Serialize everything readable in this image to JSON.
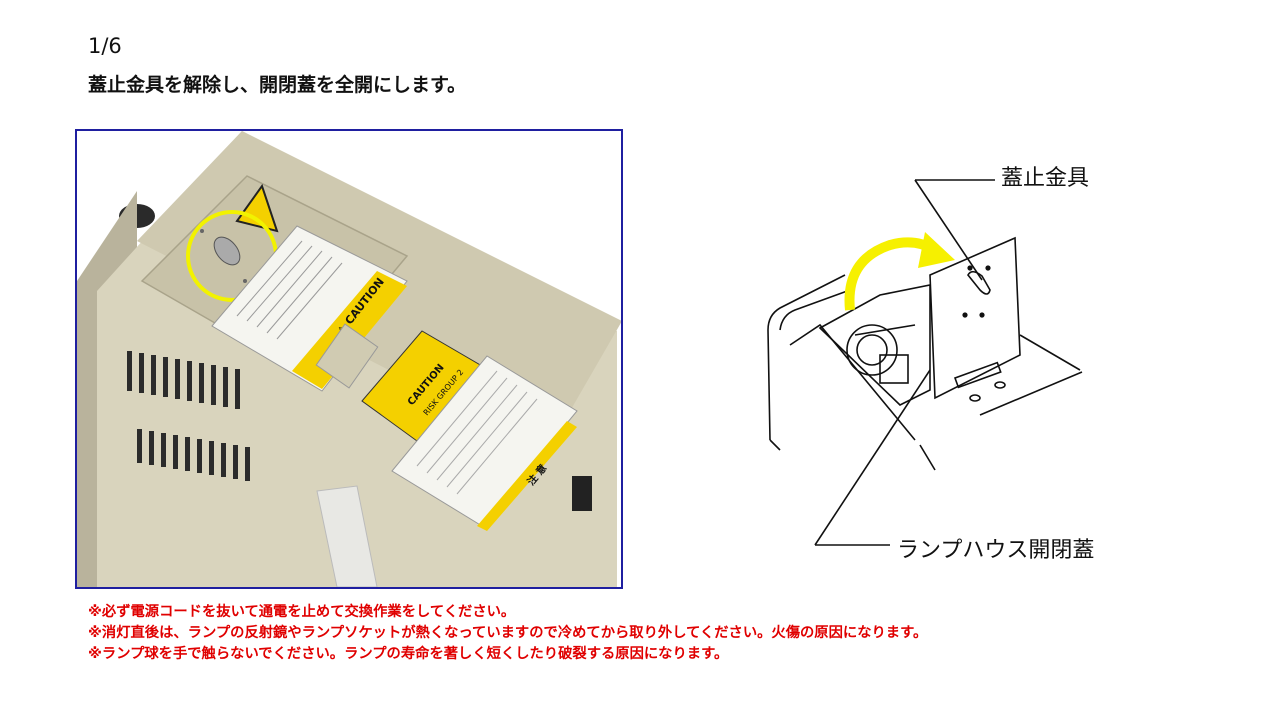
{
  "page": {
    "number": "1/6",
    "title": "蓋止金具を解除し、開閉蓋を全開にします。"
  },
  "photo": {
    "label_caution_top": "⚠ CAUTION",
    "label_caution_yellow": "CAUTION",
    "label_risk_group": "RISK GROUP 2",
    "label_japanese_warning": "注 意"
  },
  "diagram": {
    "label_lid_stopper": "蓋止金具",
    "label_lamp_house_cover": "ランプハウス開閉蓋"
  },
  "warnings": [
    "※必ず電源コードを抜いて通電を止めて交換作業をしてください。",
    "※消灯直後は、ランプの反射鏡やランプソケットが熱くなっていますので冷めてから取り外してください。火傷の原因になります。",
    "※ランプ球を手で触らないでください。ランプの寿命を著しく短くしたり破裂する原因になります。"
  ],
  "colors": {
    "warning_text": "#e00000",
    "frame_border": "#1f1fa0",
    "highlight_yellow": "#ffff00"
  }
}
